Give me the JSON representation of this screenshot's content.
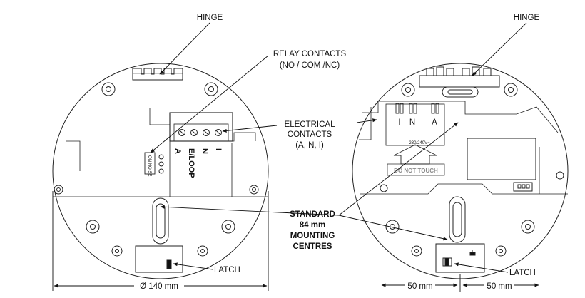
{
  "labels": {
    "hinge_left": "HINGE",
    "hinge_right": "HINGE",
    "relay_line1": "RELAY CONTACTS",
    "relay_line2": "(NO / COM /NC)",
    "electrical_line1": "ELECTRICAL",
    "electrical_line2": "CONTACTS",
    "electrical_line3": "(A, N, I)",
    "standard_line1": "STANDARD",
    "standard_line2": "84 mm",
    "standard_line3": "MOUNTING",
    "standard_line4": "CENTRES",
    "latch_left": "LATCH",
    "latch_right": "LATCH"
  },
  "left_unit": {
    "terminal_I": "I",
    "terminal_N": "N",
    "terminal_EL": "E/LOOP",
    "terminal_A": "A",
    "switch_text": "ON NOISE"
  },
  "right_unit": {
    "terminal_I": "I",
    "terminal_N": "N",
    "terminal_A": "A",
    "voltage": "230/240V~",
    "warning": "DO NOT TOUCH"
  },
  "dimensions": {
    "diameter": "Ø 140 mm",
    "half_left": "50 mm",
    "half_right": "50 mm"
  }
}
